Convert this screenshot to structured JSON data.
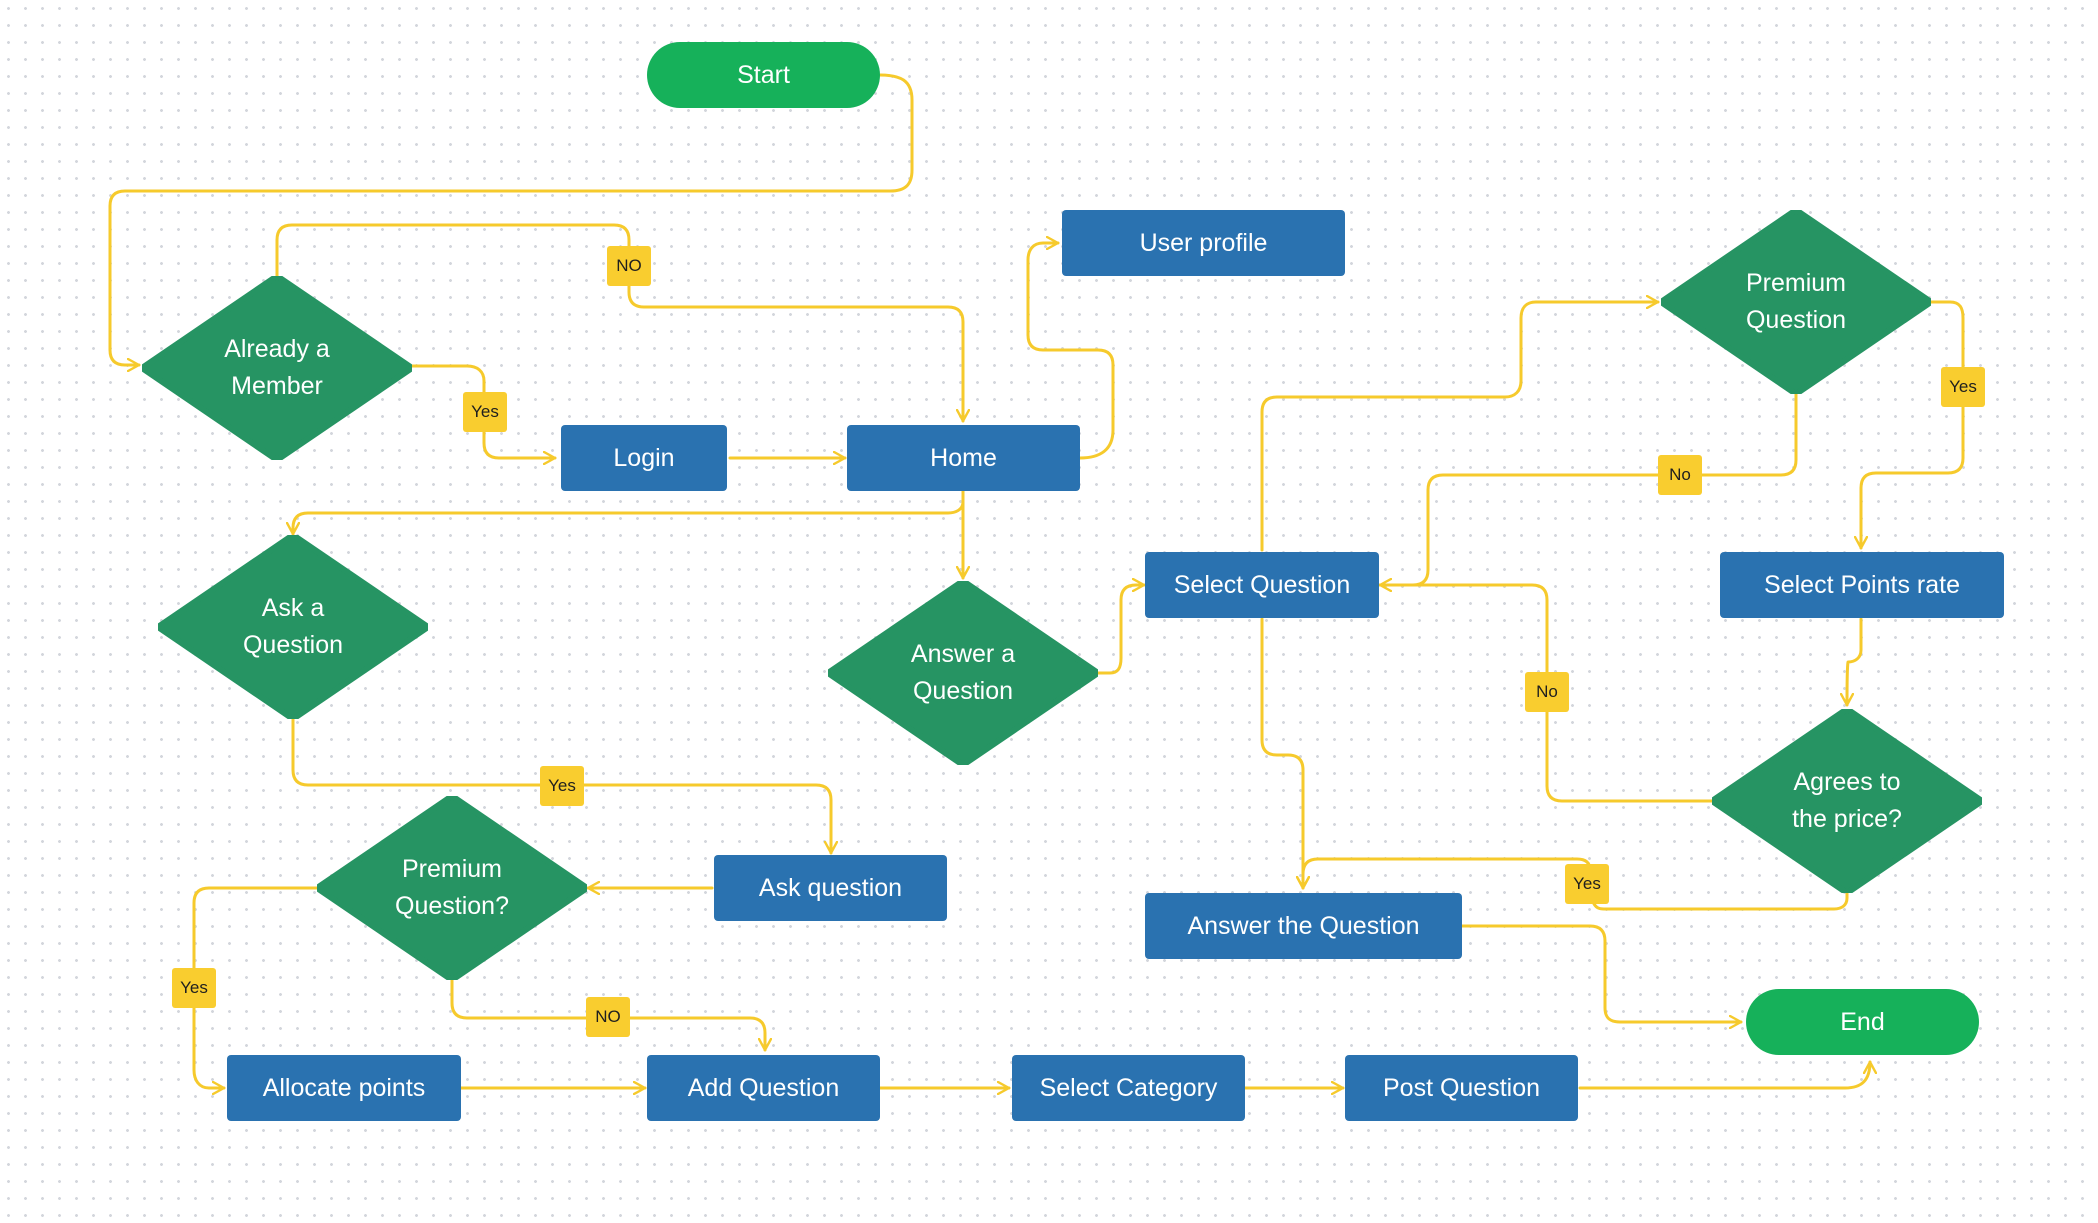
{
  "colors": {
    "process": "#2a72b0",
    "decision": "#269463",
    "terminal": "#16b15a",
    "connector": "#f6ca2c",
    "edge_label": "#f9cd2f"
  },
  "nodes": {
    "start": "Start",
    "end": "End",
    "already_member": "Already a\nMember",
    "login": "Login",
    "home": "Home",
    "user_profile": "User profile",
    "ask_a_question": "Ask a\nQuestion",
    "answer_a_question": "Answer a\nQuestion",
    "premium_question_ask": "Premium\nQuestion?",
    "ask_question": "Ask question",
    "allocate_points": "Allocate points",
    "add_question": "Add Question",
    "select_category": "Select Category",
    "post_question": "Post Question",
    "select_question": "Select Question",
    "premium_question_answer": "Premium\nQuestion",
    "select_points_rate": "Select Points rate",
    "agrees_to_price": "Agrees to\nthe price?",
    "answer_the_question": "Answer the Question"
  },
  "edge_labels": {
    "member_no": "NO",
    "member_yes": "Yes",
    "ask_yes": "Yes",
    "premium_ask_yes": "Yes",
    "premium_ask_no": "NO",
    "premium_answer_yes": "Yes",
    "premium_answer_no": "No",
    "agrees_no": "No",
    "agrees_yes": "Yes"
  }
}
